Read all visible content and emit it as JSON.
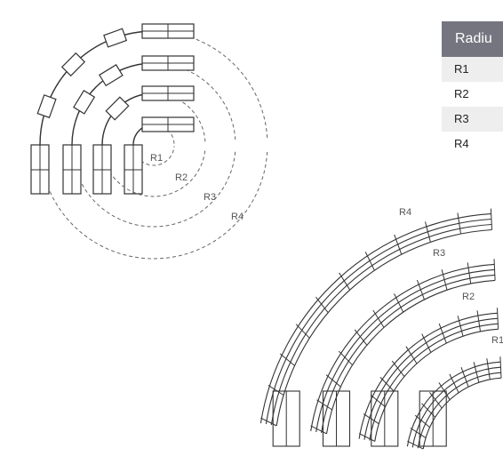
{
  "table": {
    "header": "Radiu",
    "rows": [
      "R1",
      "R2",
      "R3",
      "R4"
    ],
    "header_color": "#757580",
    "stripe_color": "#eeeeee"
  },
  "plan_diagram": {
    "labels": [
      "R1",
      "R2",
      "R3",
      "R4"
    ]
  },
  "iso_diagram": {
    "labels": [
      "R4",
      "R3",
      "R2",
      "R1"
    ]
  },
  "colors": {
    "line": "#333333",
    "dashed": "#666666",
    "label": "#555555"
  }
}
